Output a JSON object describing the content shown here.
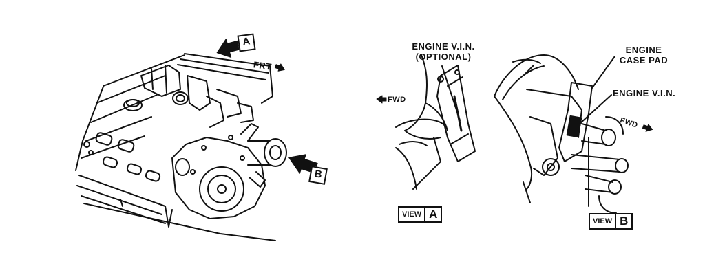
{
  "callouts": {
    "arrow_a": "A",
    "arrow_b": "B",
    "frt": "FRT",
    "fwd_a": "FWD",
    "fwd_b": "FWD",
    "engine_vin_optional_line1": "ENGINE V.I.N.",
    "engine_vin_optional_line2": "(OPTIONAL)",
    "engine_case_pad_line1": "ENGINE",
    "engine_case_pad_line2": "CASE PAD",
    "engine_vin": "ENGINE V.I.N."
  },
  "view_tags": {
    "view_a_word": "VIEW",
    "view_a_letter": "A",
    "view_b_word": "VIEW",
    "view_b_letter": "B"
  },
  "colors": {
    "ink": "#111111",
    "paper": "#ffffff"
  }
}
